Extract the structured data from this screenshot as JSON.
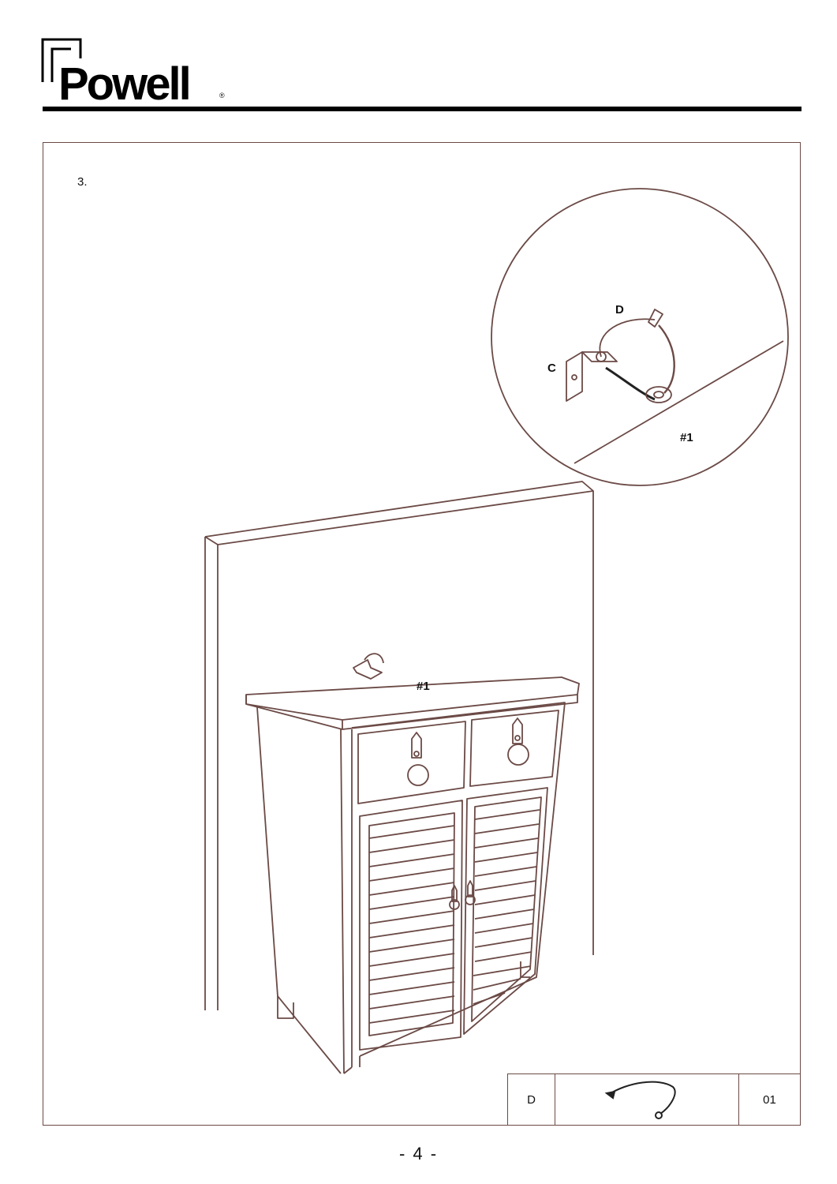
{
  "header": {
    "brand": "Powell",
    "registered": "®"
  },
  "step": {
    "number": "3."
  },
  "callouts": {
    "detail_d": "D",
    "detail_c": "C",
    "detail_board": "#1",
    "main_board": "#1"
  },
  "parts_table": {
    "part_letter": "D",
    "quantity": "01",
    "part_icon": "strap-icon"
  },
  "footer": {
    "page_number": "- 4 -"
  },
  "colors": {
    "line": "#6b4a46",
    "text": "#111111"
  }
}
